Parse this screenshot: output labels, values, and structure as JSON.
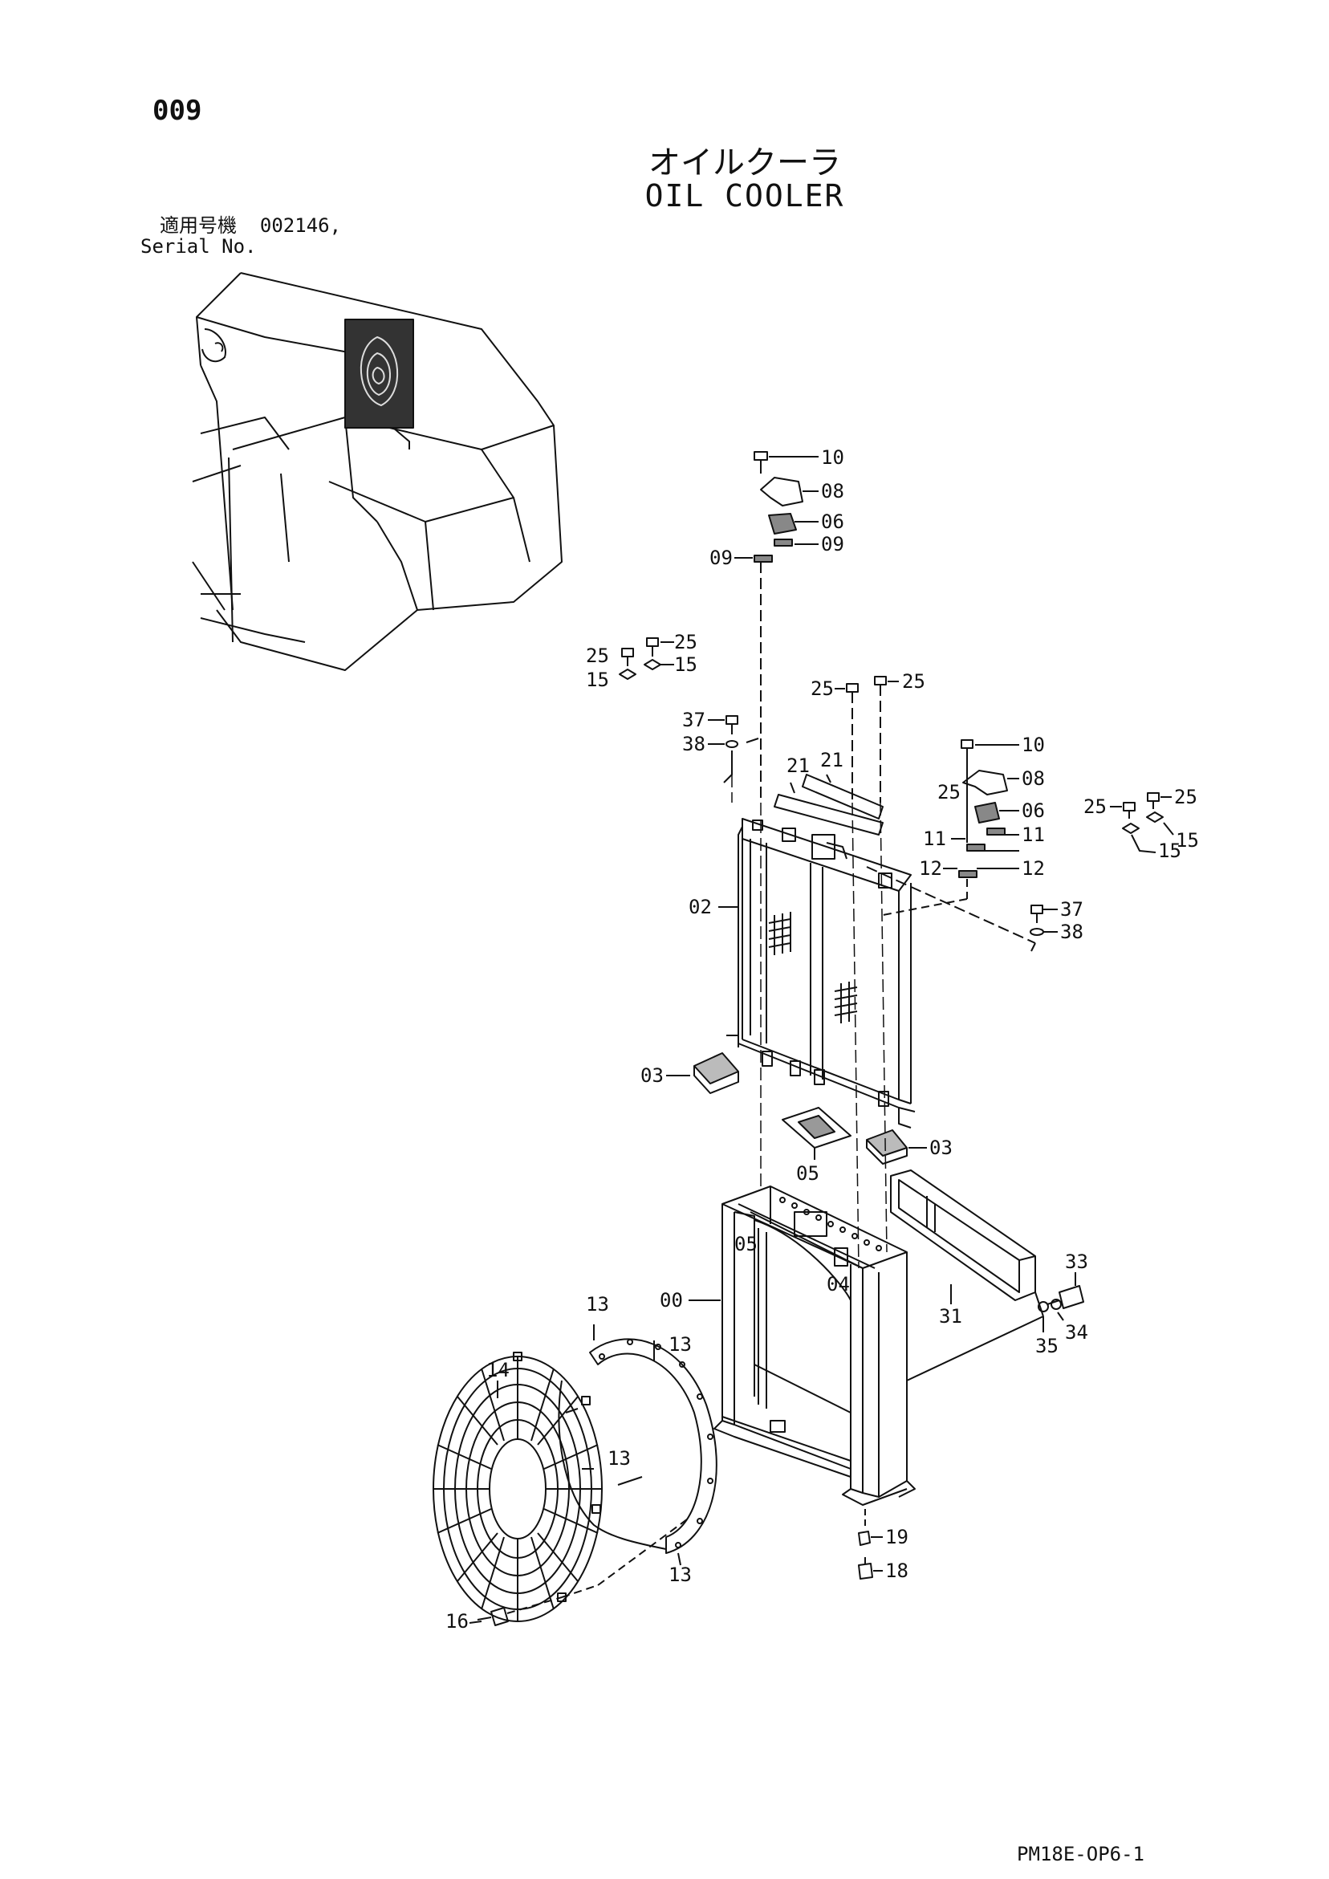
{
  "page": {
    "number": "009",
    "title_jp": "オイルクーラ",
    "title_en": "OIL COOLER",
    "serial_label_jp": "適用号機",
    "serial_label_en": "Serial No.",
    "serial_value": "002146,",
    "drawing_code": "PM18E-OP6-1"
  },
  "callouts": [
    {
      "id": "c10a",
      "label": "10"
    },
    {
      "id": "c08a",
      "label": "08"
    },
    {
      "id": "c06a",
      "label": "06"
    },
    {
      "id": "c09a",
      "label": "09"
    },
    {
      "id": "c09b",
      "label": "09"
    },
    {
      "id": "c25a",
      "label": "25"
    },
    {
      "id": "c25b",
      "label": "25"
    },
    {
      "id": "c15a",
      "label": "15"
    },
    {
      "id": "c15b",
      "label": "15"
    },
    {
      "id": "c25c",
      "label": "25"
    },
    {
      "id": "c25d",
      "label": "25"
    },
    {
      "id": "c37a",
      "label": "37"
    },
    {
      "id": "c38a",
      "label": "38"
    },
    {
      "id": "c21a",
      "label": "21"
    },
    {
      "id": "c21b",
      "label": "21"
    },
    {
      "id": "c10b",
      "label": "10"
    },
    {
      "id": "c08b",
      "label": "08"
    },
    {
      "id": "c25e",
      "label": "25"
    },
    {
      "id": "c06b",
      "label": "06"
    },
    {
      "id": "c11a",
      "label": "11"
    },
    {
      "id": "c11b",
      "label": "11"
    },
    {
      "id": "c12a",
      "label": "12"
    },
    {
      "id": "c12b",
      "label": "12"
    },
    {
      "id": "c25f",
      "label": "25"
    },
    {
      "id": "c25g",
      "label": "25"
    },
    {
      "id": "c15c",
      "label": "15"
    },
    {
      "id": "c15d",
      "label": "15"
    },
    {
      "id": "c02",
      "label": "02"
    },
    {
      "id": "c37b",
      "label": "37"
    },
    {
      "id": "c38b",
      "label": "38"
    },
    {
      "id": "c03a",
      "label": "03"
    },
    {
      "id": "c03b",
      "label": "03"
    },
    {
      "id": "c05a",
      "label": "05"
    },
    {
      "id": "c05b",
      "label": "05"
    },
    {
      "id": "c04",
      "label": "04"
    },
    {
      "id": "c00",
      "label": "00"
    },
    {
      "id": "c31",
      "label": "31"
    },
    {
      "id": "c33",
      "label": "33"
    },
    {
      "id": "c34",
      "label": "34"
    },
    {
      "id": "c35",
      "label": "35"
    },
    {
      "id": "c13a",
      "label": "13"
    },
    {
      "id": "c13b",
      "label": "13"
    },
    {
      "id": "c13c",
      "label": "13"
    },
    {
      "id": "c13d",
      "label": "13"
    },
    {
      "id": "c14",
      "label": "14"
    },
    {
      "id": "c16",
      "label": "16"
    },
    {
      "id": "c19",
      "label": "19"
    },
    {
      "id": "c18",
      "label": "18"
    }
  ]
}
